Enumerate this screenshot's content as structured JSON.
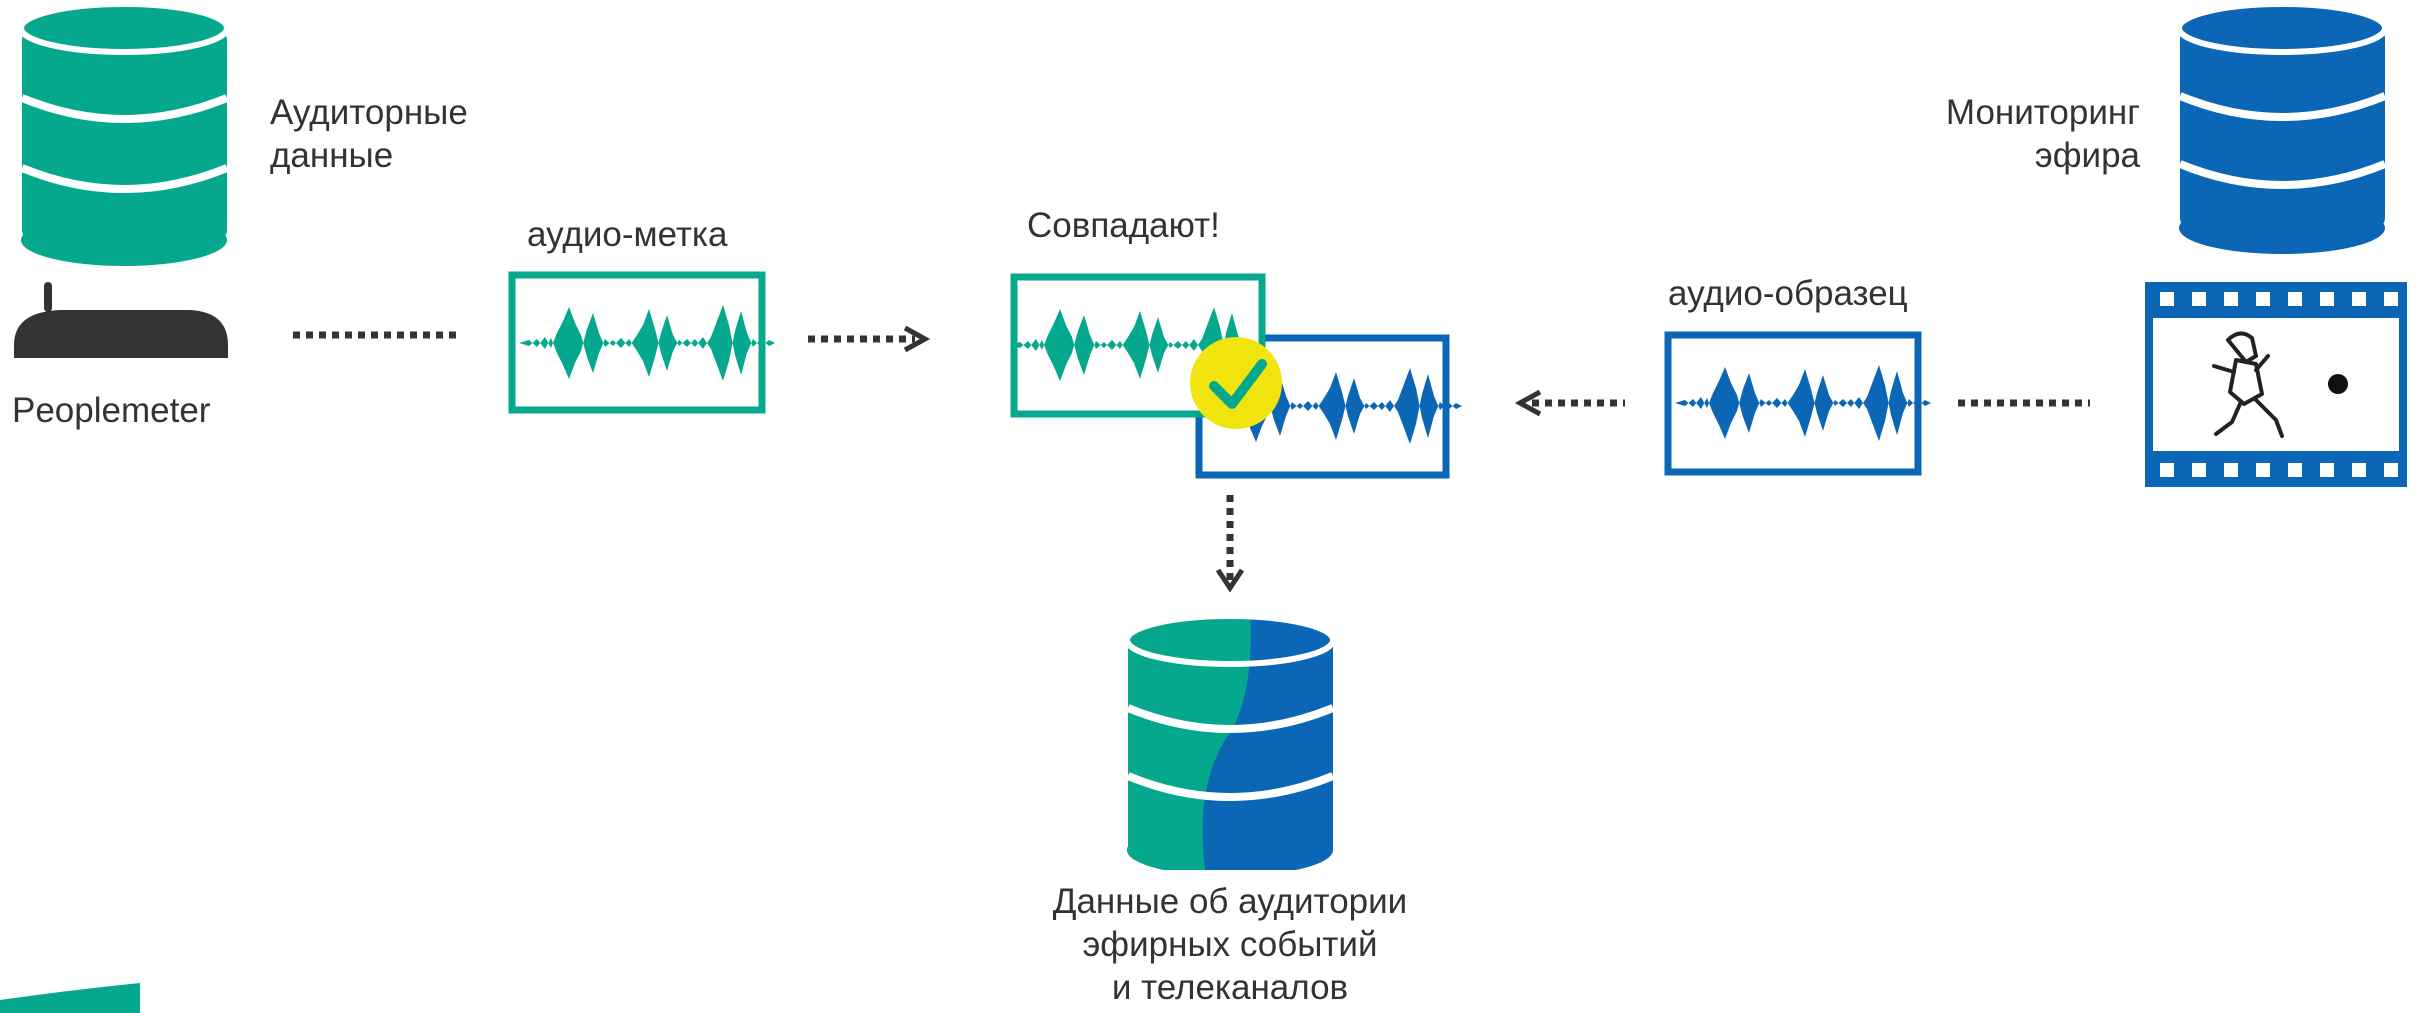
{
  "labels": {
    "audience_data": [
      "Аудиторные",
      "данные"
    ],
    "peoplemeter": "Peoplemeter",
    "audio_mark": "аудио-метка",
    "match": "Совпадают!",
    "audio_sample": "аудио-образец",
    "broadcast_monitoring": [
      "Мониторинг",
      "эфира"
    ],
    "result": [
      "Данные об аудитории",
      "эфирных событий",
      "и телеканалов"
    ]
  },
  "colors": {
    "green": "#05a88c",
    "blue": "#0b66b5",
    "yellow": "#f2e40f",
    "dark": "#333333",
    "text": "#333333"
  },
  "icons": {
    "audience_db": "database-icon",
    "peoplemeter": "peoplemeter-device-icon",
    "broadcast_db": "database-icon",
    "film": "film-frame-icon",
    "result_db": "database-icon",
    "check": "checkmark-icon",
    "logo": "logo-shape"
  }
}
